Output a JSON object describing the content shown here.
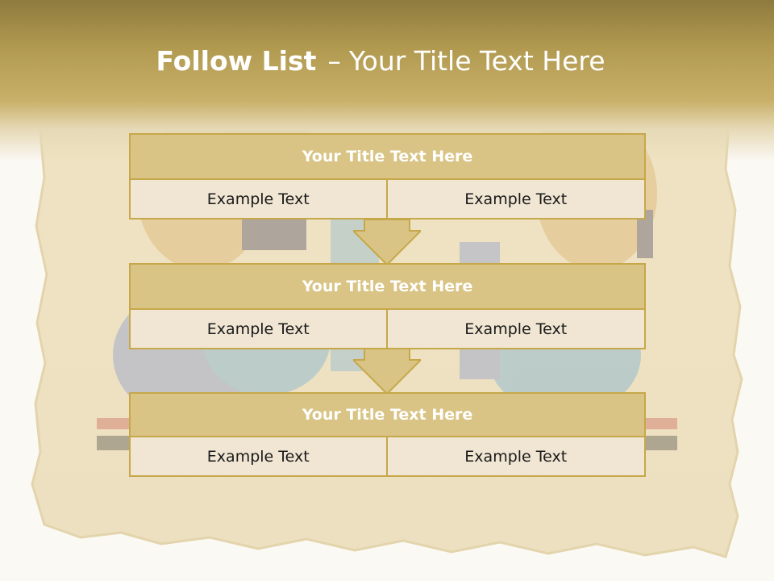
{
  "slide": {
    "title_bold": "Follow List",
    "title_separator": "–",
    "title_rest": "Your Title Text Here"
  },
  "steps": [
    {
      "title": "Your Title Text Here",
      "cells": [
        "Example Text",
        "Example Text"
      ]
    },
    {
      "title": "Your Title Text Here",
      "cells": [
        "Example Text",
        "Example Text"
      ]
    },
    {
      "title": "Your Title Text Here",
      "cells": [
        "Example Text",
        "Example Text"
      ]
    }
  ],
  "colors": {
    "header_band": "#b19a50",
    "box_header": "#d9c485",
    "box_cell": "#f0e6d3",
    "box_border": "#c6a84a",
    "arrow_fill": "#d9c485"
  }
}
